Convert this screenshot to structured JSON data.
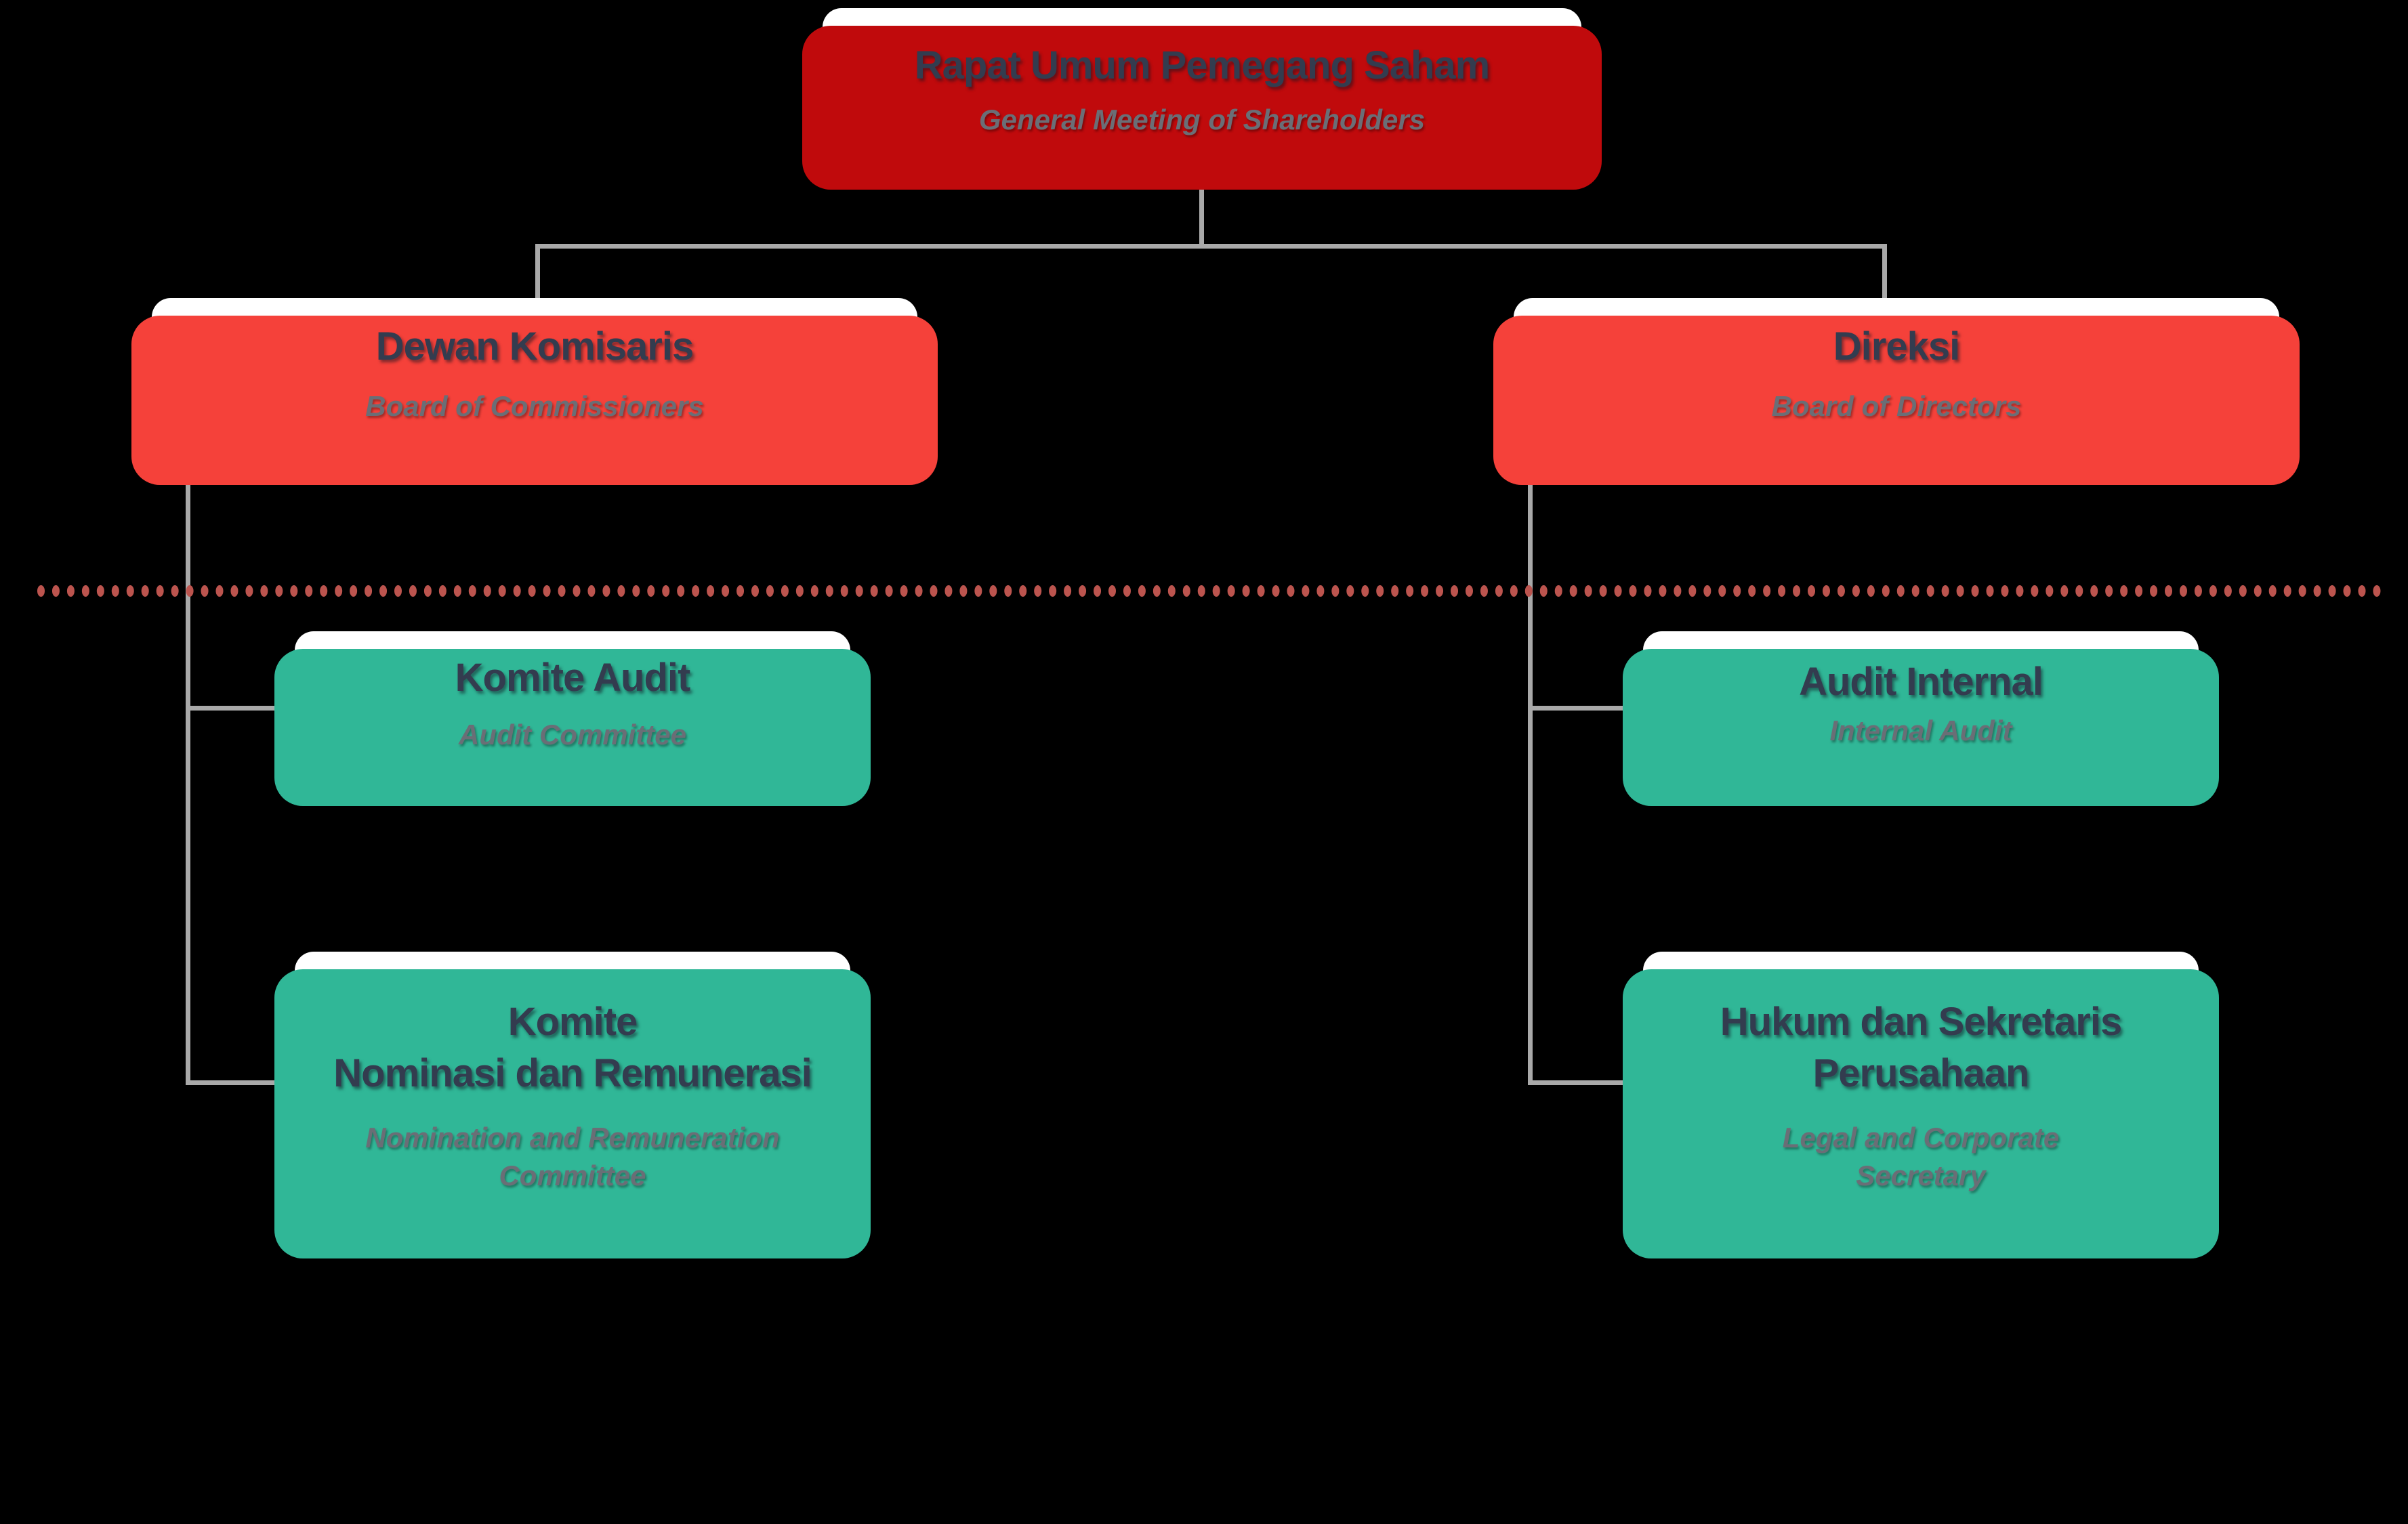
{
  "diagram": {
    "background_color": "#000000",
    "connector_color": "#A9A9A9",
    "divider_color": "#BC544E",
    "title_color": "#333C4F",
    "subtitle_color": "#6A6E76",
    "accents": {
      "dark_red": "#C00A0C",
      "red": "#F5413A",
      "teal": "#30B797"
    },
    "nodes": {
      "rapat": {
        "title": "Rapat Umum Pemegang Saham",
        "subtitle": "General Meeting of Shareholders",
        "accent": "#C00A0C"
      },
      "dewan": {
        "title": "Dewan Komisaris",
        "subtitle": "Board of Commissioners",
        "accent": "#F5413A"
      },
      "direksi": {
        "title": "Direksi",
        "subtitle": "Board of Directors",
        "accent": "#F5413A"
      },
      "komite_audit": {
        "title": "Komite Audit",
        "subtitle": "Audit Committee",
        "accent": "#30B797"
      },
      "audit_internal": {
        "title": "Audit Internal",
        "subtitle": "Internal Audit",
        "accent": "#30B797"
      },
      "komite_nominasi": {
        "title": "Komite\nNominasi dan Remunerasi",
        "subtitle": "Nomination and Remuneration\nCommittee",
        "accent": "#30B797"
      },
      "hukum": {
        "title": "Hukum dan Sekretaris\nPerusahaan",
        "subtitle": "Legal and Corporate\nSecretary",
        "accent": "#30B797"
      }
    }
  }
}
